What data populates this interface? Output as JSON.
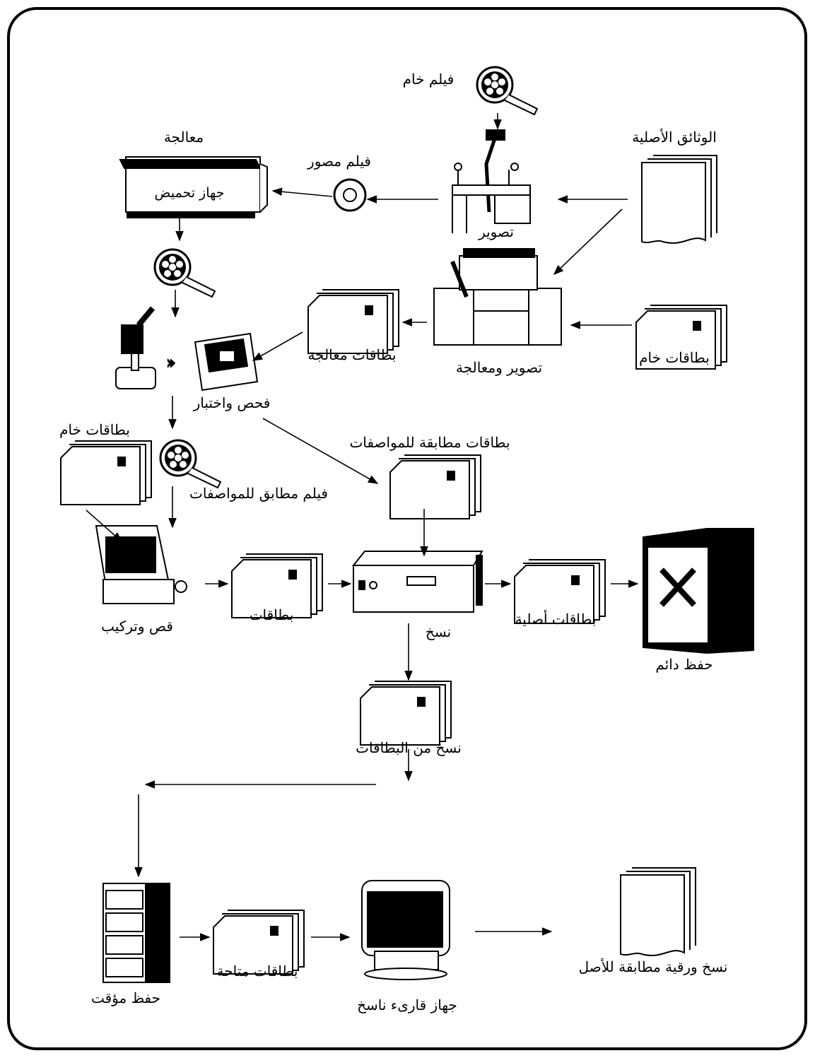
{
  "diagram": {
    "labels": {
      "raw_film": "فيلم خام",
      "original_documents": "الوثائق الأصلية",
      "processing": "معالجة",
      "exposed_film": "فيلم مصور",
      "developer_device": "جهاز تحميض",
      "filming": "تصوير",
      "filming_and_processing": "تصوير ومعالجة",
      "raw_cards_top": "بطاقات خام",
      "processed_cards": "بطاقات معالجة",
      "inspection_testing": "فحص واختبار",
      "raw_cards_left": "بطاقات خام",
      "conforming_cards": "بطاقات مطابقة للمواصفات",
      "conforming_film": "فيلم مطابق للمواصفات",
      "cutting_mounting": "قص وتركيب",
      "cards": "بطاقات",
      "duplication": "نسخ",
      "original_cards": "بطاقات أصلية",
      "permanent_storage": "حفظ دائم",
      "card_copies": "نسخ من البطاقات",
      "temporary_storage": "حفظ مؤقت",
      "available_cards": "بطاقات متاحة",
      "reader_printer": "جهاز قارىء ناسخ",
      "paper_copies": "نسخ ورقية مطابقة للأصل"
    }
  }
}
